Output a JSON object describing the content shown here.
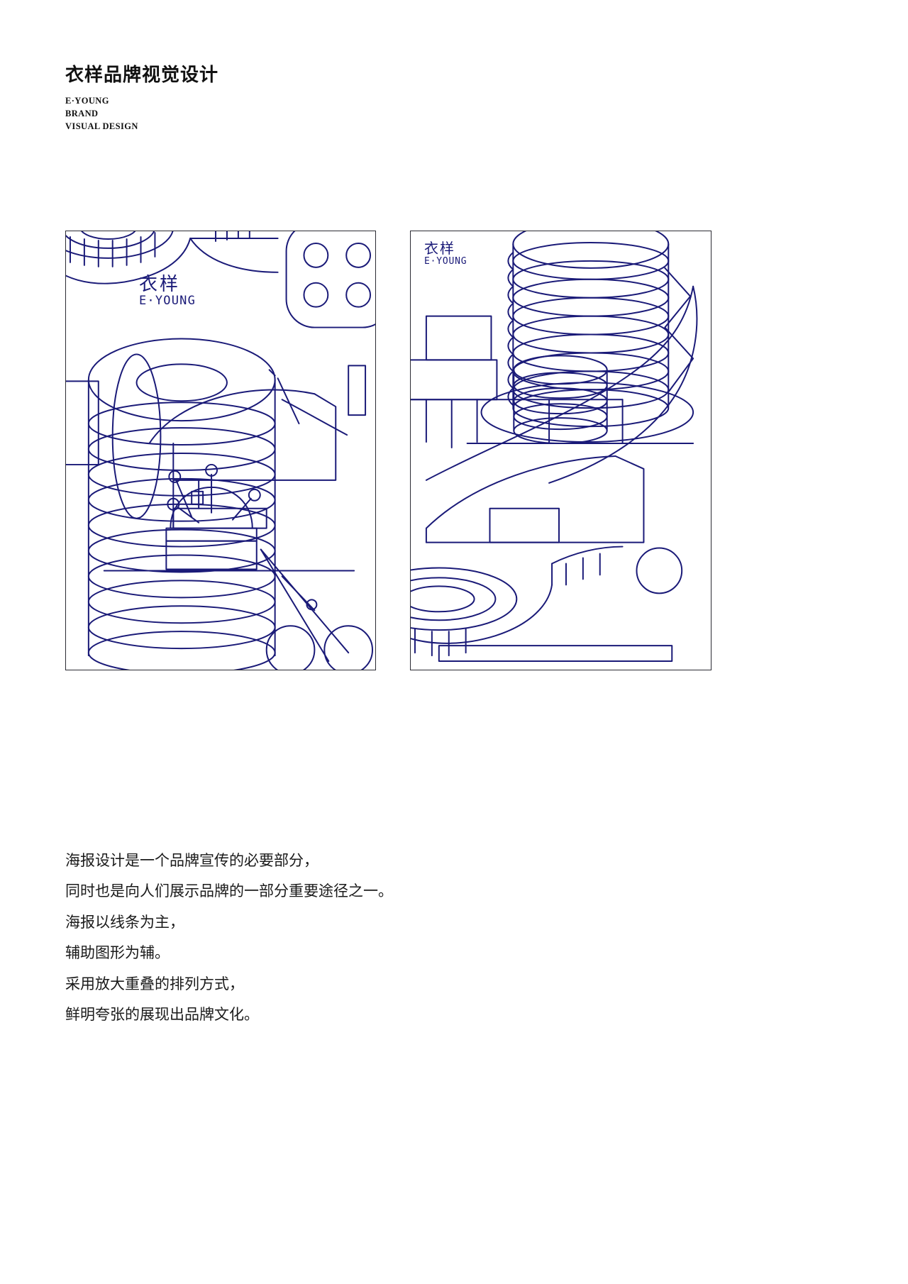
{
  "header": {
    "title": "衣样品牌视觉设计",
    "subtitle_lines": [
      "E·YOUNG",
      "BRAND",
      "VISUAL DESIGN"
    ]
  },
  "brand": {
    "logo_cn": "衣样",
    "logo_en": "E·YOUNG",
    "ink_color": "#1a1a78",
    "frame_color": "#2b2b33"
  },
  "posters": [
    {
      "id": "poster-left",
      "name": "poster-sewing-tools",
      "logo_cn": "衣样",
      "logo_en": "E·YOUNG",
      "motifs": [
        "thread-spool",
        "pincushion",
        "needle",
        "scissors",
        "button",
        "measuring-tape",
        "sewing-machine"
      ]
    },
    {
      "id": "poster-right",
      "name": "poster-thread-spool",
      "logo_cn": "衣样",
      "logo_en": "E·YOUNG",
      "motifs": [
        "thread-spool",
        "measuring-tape",
        "iron",
        "button",
        "thread-line",
        "fabric-block"
      ]
    }
  ],
  "body_copy": [
    "海报设计是一个品牌宣传的必要部分，",
    "同时也是向人们展示品牌的一部分重要途径之一。",
    "海报以线条为主，",
    "辅助图形为辅。",
    "采用放大重叠的排列方式，",
    "鲜明夸张的展现出品牌文化。"
  ]
}
